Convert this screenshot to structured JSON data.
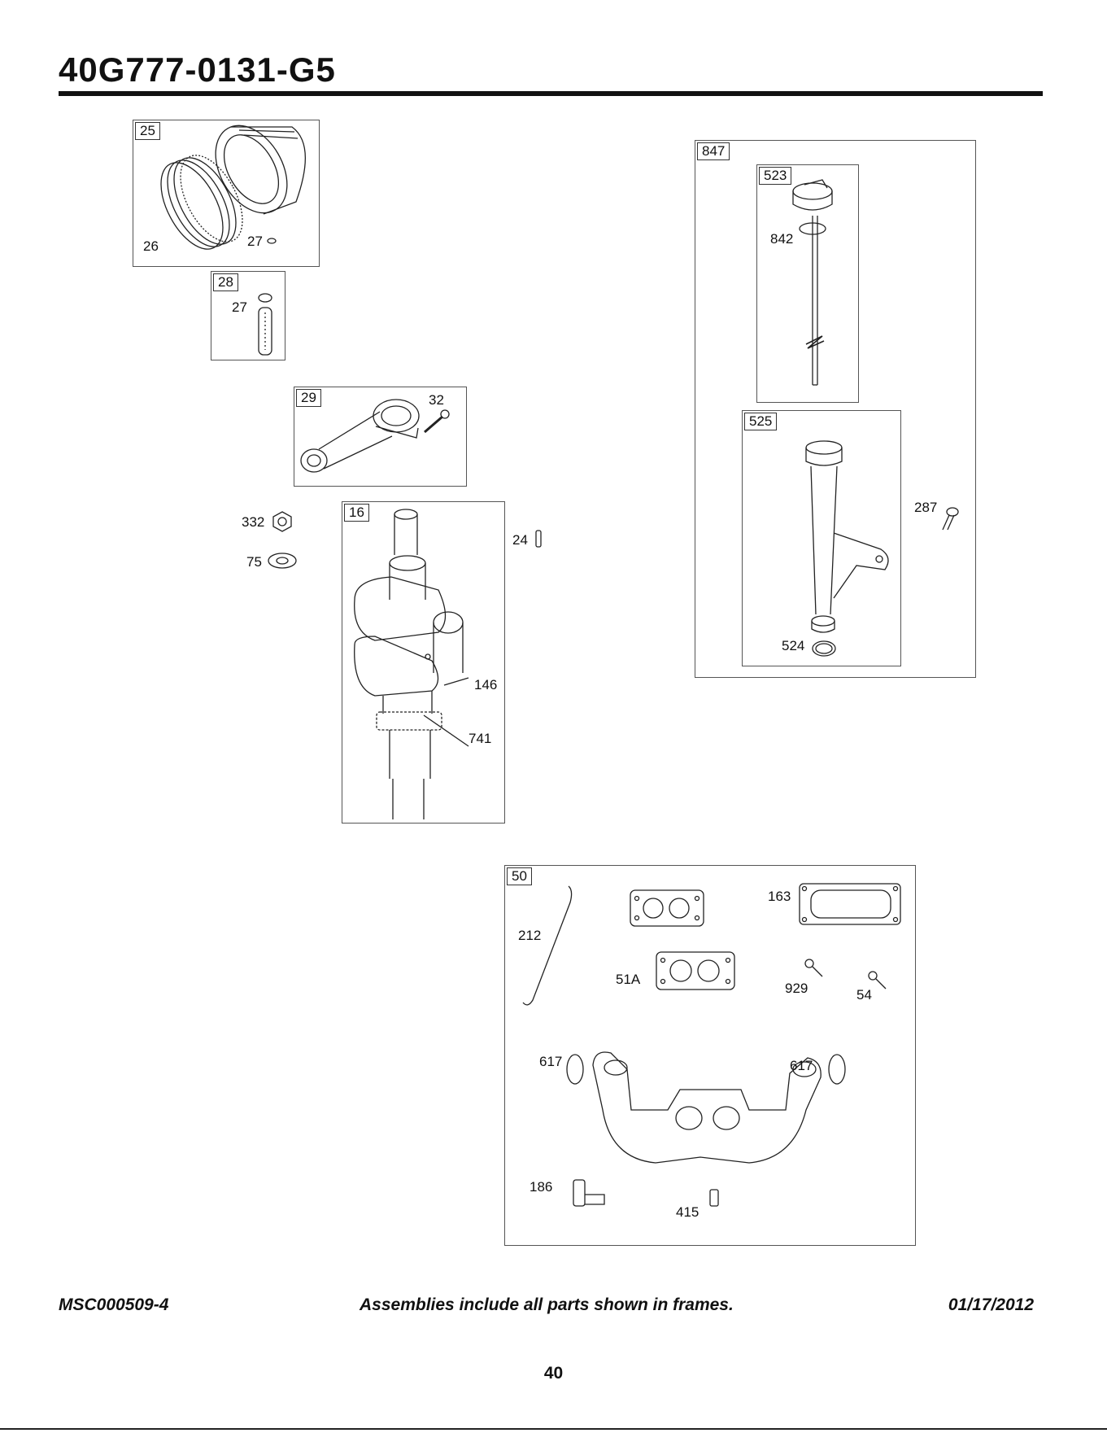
{
  "header": {
    "title": "40G777-0131-G5"
  },
  "frames": [
    {
      "key": "f25",
      "tag": "25"
    },
    {
      "key": "f28",
      "tag": "28"
    },
    {
      "key": "f29",
      "tag": "29"
    },
    {
      "key": "f16",
      "tag": "16"
    },
    {
      "key": "f847",
      "tag": "847"
    },
    {
      "key": "f523",
      "tag": "523"
    },
    {
      "key": "f525",
      "tag": "525"
    },
    {
      "key": "f50",
      "tag": "50"
    }
  ],
  "callouts": {
    "c26": "26",
    "c27a": "27",
    "c27b": "27",
    "c32": "32",
    "c332": "332",
    "c75": "75",
    "c24": "24",
    "c146": "146",
    "c741": "741",
    "c842": "842",
    "c287": "287",
    "c524": "524",
    "c212": "212",
    "c163": "163",
    "c51A": "51A",
    "c929": "929",
    "c54": "54",
    "c617a": "617",
    "c617b": "617",
    "c186": "186",
    "c415": "415"
  },
  "footer": {
    "doc_id": "MSC000509-4",
    "note": "Assemblies include all parts shown in frames.",
    "date": "01/17/2012",
    "page_number": "40"
  }
}
